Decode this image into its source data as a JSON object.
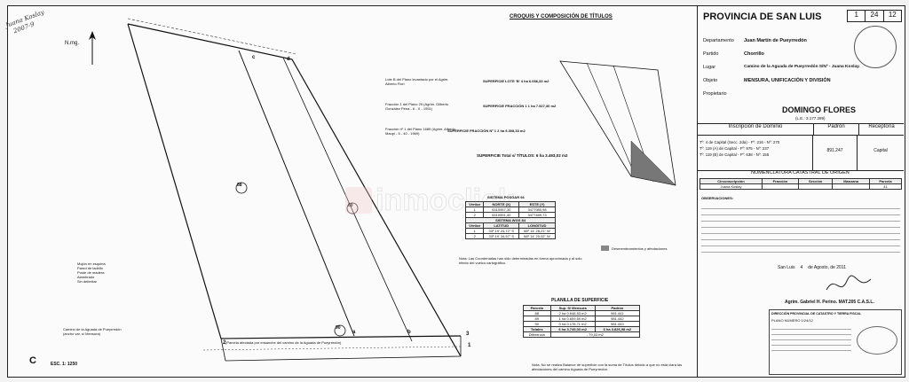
{
  "margin_note": [
    "Juana Koslay",
    "2007-9"
  ],
  "north_label": "N.mg.",
  "title_block": {
    "province": "PROVINCIA DE SAN LUIS",
    "sheet_nums": [
      "1",
      "24",
      "12"
    ],
    "fields": [
      {
        "label": "Departamento",
        "value": "Juan Martín de Pueyrredón"
      },
      {
        "label": "Partido",
        "value": "Chorrillo"
      },
      {
        "label": "Lugar",
        "value": "Camino de la Aguada de Pueyrredón S/Nº - Juana Koslay."
      },
      {
        "label": "Objeto",
        "value": "MENSURA, UNIFICACIÓN Y DIVISIÓN"
      },
      {
        "label": "Propietario",
        "value": ""
      }
    ],
    "owner": "DOMINGO FLORES",
    "owner_id": "(L.E.: 3.177.289)",
    "domain_headers": [
      "Inscripción de Dominio",
      "Padrón",
      "Receptoría"
    ],
    "domain_lines": [
      "Tº: 4 de Capital (Secc. 2da) - Fº: 216 - Nº: 270",
      "Tº: 119 (A) de Capital - Fº: 975 - Nº: 237",
      "Tº: 119 (B) de Capital - Fº: 638 - Nº: 155"
    ],
    "padron": "891.247",
    "receptoria": "Capital",
    "catastro_title": "NOMENCLATURA CATASTRAL DE ORIGEN",
    "catastro_headers": [
      "Circunscripción",
      "Fracción",
      "Sección",
      "Manzana",
      "Parcela"
    ],
    "catastro_row": [
      "Juana Koslay",
      "",
      "",
      "",
      "41"
    ],
    "observaciones_title": "OBSERVACIONES:",
    "place_date": [
      "San Luis",
      "4",
      "de Agosto, de 2011"
    ],
    "surveyor": "Agrim. Gabriel H. Perino. MAT.205 C.A.S.L."
  },
  "croquis": {
    "title": "CROQUIS Y COMPOSICIÓN DE TÍTULOS",
    "lot_lines": [
      {
        "text": "Lote B del Plano levantado por el Agrim. Alberto Flori",
        "value": "SUPERFICIE LOTE 'B' 4 ha 6.086,33 m2"
      },
      {
        "text": "Fracción 1 del Plano 29 (Agrim. Gilberto González Pena - 6 - X - 1951)",
        "value": "SUPERFICIE FRACCIÓN 1 1 ha 7.527,30 m2"
      },
      {
        "text": "Fracción nº 1 del Plano 1689 (Agrim. Alfredo Maupi - 5 - 40 - 1969)",
        "value": "SUPERFICIE FRACCIÓN Nº 1 2 ha 5.308,33 m2"
      }
    ],
    "total": "SUPERFICIE Total s/ TÍTULOS:   6 ha 3.493,02 m2"
  },
  "system": {
    "title": "SISTEMA POSGAR 94",
    "headers": [
      "Vértice",
      "NORTE (X)",
      "ESTE (Y)"
    ],
    "rows": [
      [
        "1",
        "6310957,30",
        "3477980,98"
      ],
      [
        "2",
        "6310591,40",
        "3477489,73"
      ]
    ],
    "title2": "SISTEMA WGS 84",
    "headers2": [
      "Vértice",
      "LATITUD",
      "LONGITUD"
    ],
    "rows2": [
      [
        "1",
        "33º 19' 24,72\" S",
        "66º 14' 28,21\" W"
      ],
      [
        "2",
        "33º 19' 34,57\" S",
        "66º 14' 20,02\" W"
      ]
    ],
    "note": "Nota: Las Coordenadas han sido determinadas en forma aproximada y al solo efecto del vuelco cartográfico."
  },
  "planilla": {
    "title": "PLANILLA DE SUPERFICIE",
    "headers": [
      "Parcela",
      "Sup. S/ Mensura",
      "Padrón"
    ],
    "rows": [
      [
        "88",
        "2 ha 0.648,53 m2",
        "981.441"
      ],
      [
        "89",
        "1 ha 0.659,59 m2",
        "981.442"
      ],
      [
        "90",
        "0 ha 0.178,71 m2",
        "981.443"
      ]
    ],
    "total": [
      "Totales",
      "6 ha 3.749,03 m2",
      "6 ha 3.826,98 m2"
    ],
    "diff": [
      "Diferencia",
      "- 79,03 m2"
    ],
    "note": "Nota: No se realiza Balance de superficie con la suma de Títulos debido a que no está clara las afectaciones del camino Aguada de Pueyrredón."
  },
  "legend": {
    "items": [
      "Mojón en esquina",
      "Pared de ladrillo",
      "Poste de madera",
      "Alambrado",
      "Sin delimitar"
    ],
    "dismember": "Desmembramientos y afectaciones"
  },
  "parcels": [
    "88",
    "89",
    "90"
  ],
  "vertices": [
    "1",
    "2",
    "3",
    "a",
    "b",
    "c",
    "d"
  ],
  "road_label": "Camino de la Aguada de Pueyrredón (ancho var. s/ Mensura)",
  "road_note": "(Parcela afectada por ensanche del camino de la Aguada de Pueyrredón)",
  "sheet_letter": "C",
  "scale": "ESC. 1: 1250",
  "watermark": "inmoclick",
  "stamp": {
    "title": "DIRECCIÓN PROVINCIAL DE CATASTRO Y TIERRA FISCAL",
    "line": "PLANO NÚMERO 1/24/12"
  },
  "colors": {
    "ink": "#111111",
    "road": "#333333",
    "watermark": "#c03030"
  }
}
